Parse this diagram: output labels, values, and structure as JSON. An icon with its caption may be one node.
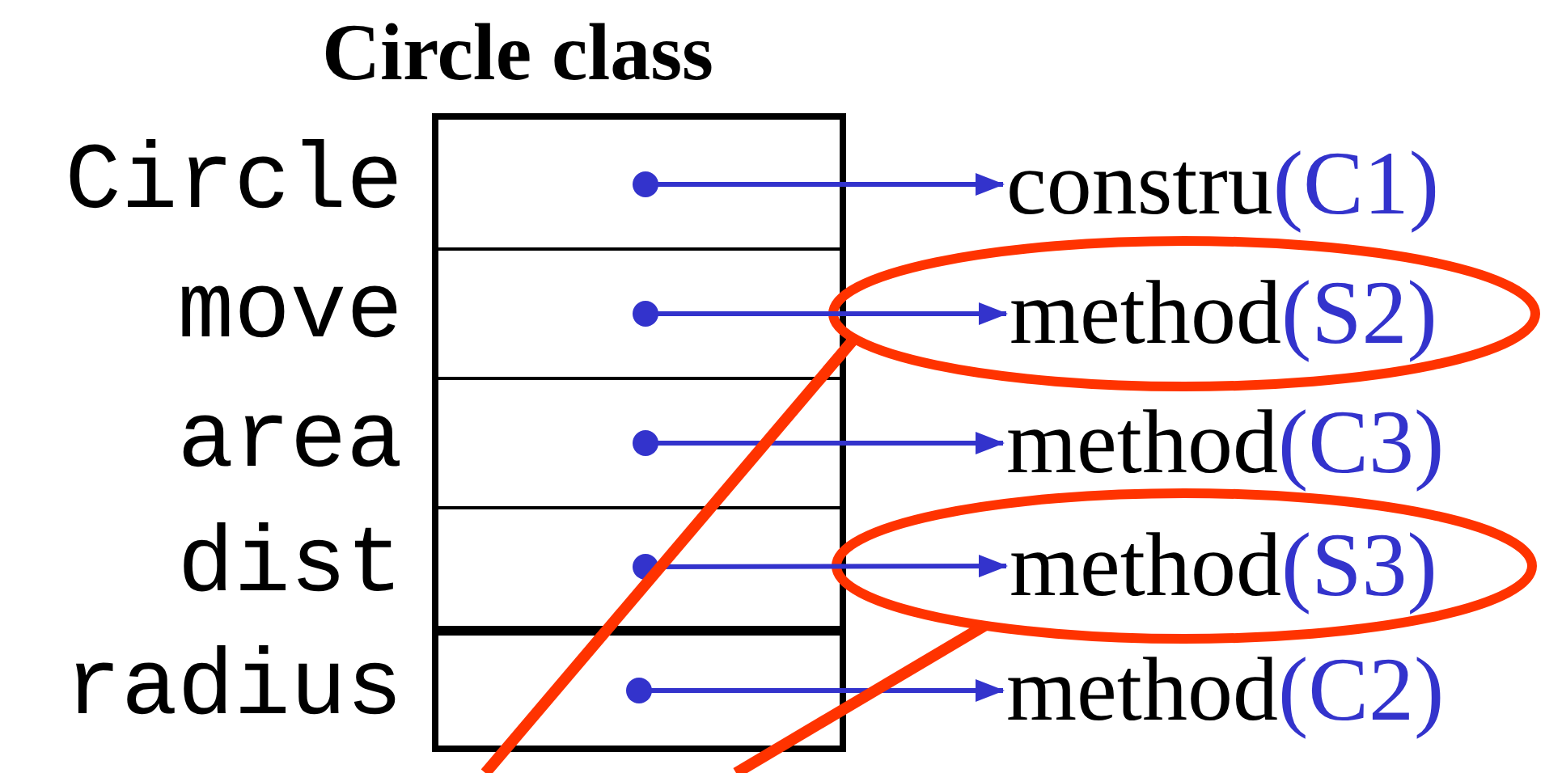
{
  "diagram": {
    "title": "Circle class",
    "nodes": [
      {
        "text": [],
        "shape": "box"
      },
      {
        "text": [],
        "shape": "box",
        "in": 0,
        "beside": [
          "Circle"
        ]
      },
      {
        "text": [],
        "shape": "box",
        "in": 0,
        "beside": [
          "move"
        ]
      },
      {
        "text": [],
        "shape": "box",
        "in": 0,
        "beside": [
          "area"
        ]
      },
      {
        "text": [],
        "shape": "box",
        "in": 0,
        "beside": [
          "dist"
        ]
      },
      {
        "text": [],
        "shape": "box",
        "beside": [
          "radius"
        ]
      },
      {
        "text": [
          "constru",
          "(C1)"
        ]
      },
      {
        "text": [],
        "shape": "ellipse"
      },
      {
        "text": [
          "method",
          "(S2)"
        ],
        "in": 7
      },
      {
        "text": [
          "method",
          "(C3)"
        ]
      },
      {
        "text": [],
        "shape": "ellipse"
      },
      {
        "text": [
          "method",
          "(S3)"
        ],
        "in": 10
      },
      {
        "text": [
          "method",
          "(C2)"
        ]
      }
    ],
    "edges": [
      {
        "from": 1,
        "to": 6,
        "arrow": "to"
      },
      {
        "from": 2,
        "to": 8,
        "arrow": "to"
      },
      {
        "from": 3,
        "to": 9,
        "arrow": "to"
      },
      {
        "from": 4,
        "to": 11,
        "arrow": "to"
      },
      {
        "from": 5,
        "to": 12,
        "arrow": "to"
      },
      {
        "from": 7,
        "to": null,
        "arrow": "none",
        "style": "thick",
        "color": "#ff3300"
      },
      {
        "from": 10,
        "to": null,
        "arrow": "none",
        "style": "thick",
        "color": "#ff3300"
      }
    ]
  }
}
